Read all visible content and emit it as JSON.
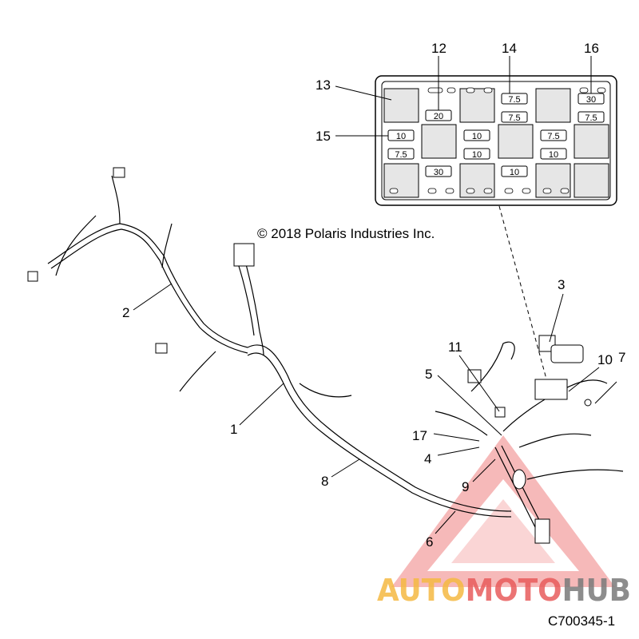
{
  "diagram": {
    "copyright": "© 2018 Polaris Industries Inc.",
    "doc_id": "C700345-1",
    "watermark": {
      "part1": "AUTO",
      "part2": "MOTO",
      "part3": "HUB",
      "color1": "#f5b942",
      "color2": "#e85c5c",
      "color3": "#7a7a7a"
    },
    "callouts": [
      "1",
      "2",
      "3",
      "4",
      "5",
      "6",
      "7",
      "8",
      "9",
      "10",
      "11",
      "12",
      "13",
      "14",
      "15",
      "16",
      "17"
    ],
    "fuses": [
      "20",
      "7.5",
      "7.5",
      "30",
      "7.5",
      "10",
      "7.5",
      "10",
      "10",
      "7.5",
      "10",
      "30",
      "10"
    ]
  }
}
